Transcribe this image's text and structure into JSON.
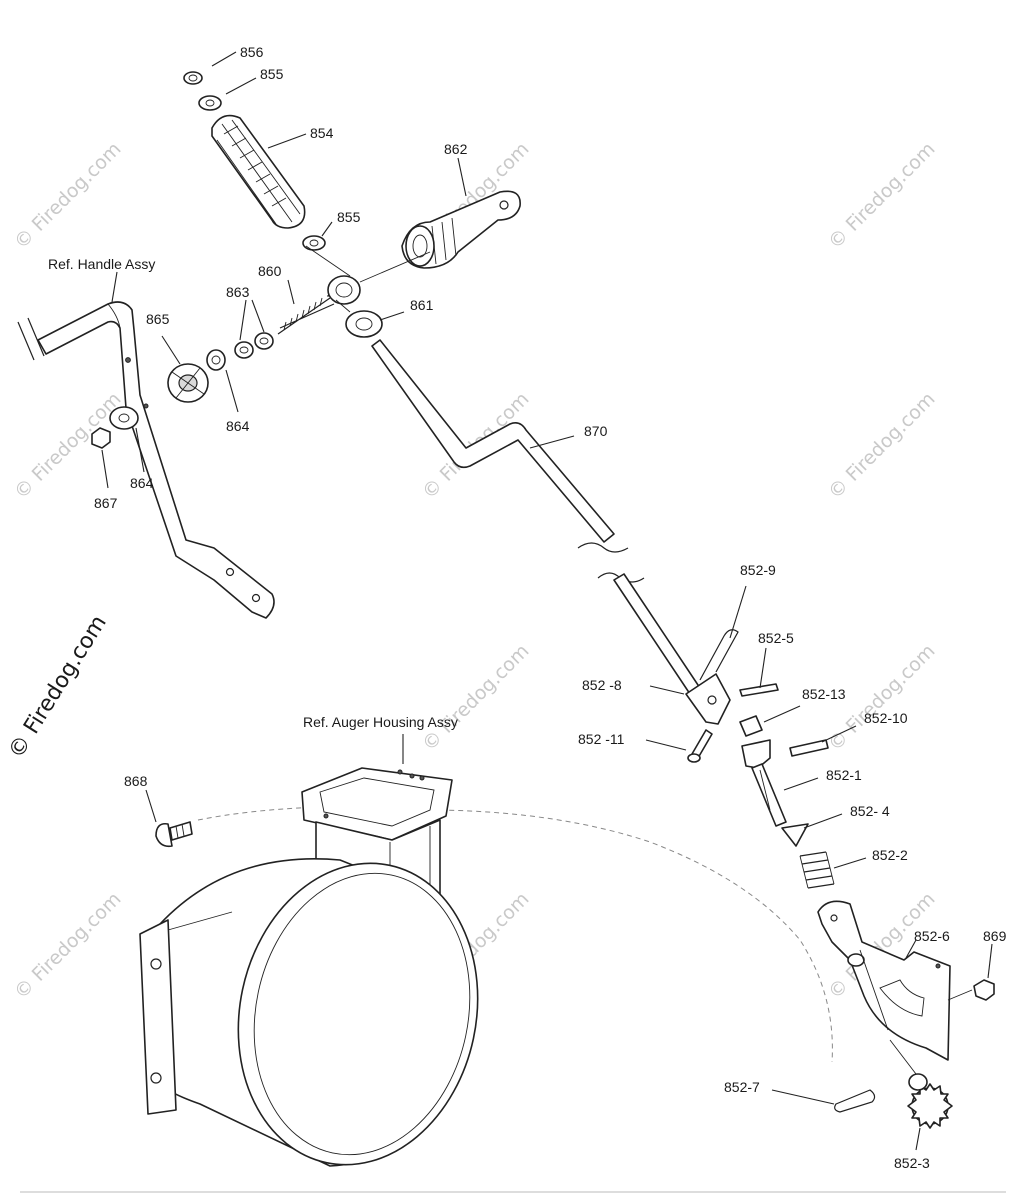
{
  "diagram": {
    "labels": {
      "p856": "856",
      "p855a": "855",
      "p854": "854",
      "p862": "862",
      "p855b": "855",
      "p860": "860",
      "p861": "861",
      "p863": "863",
      "p865": "865",
      "p864a": "864",
      "p864b": "864",
      "p867": "867",
      "p870": "870",
      "p852_9": "852-9",
      "p852_5": "852-5",
      "p852_8": "852 -8",
      "p852_13": "852-13",
      "p852_10": "852-10",
      "p852_11": "852 -11",
      "p852_1": "852-1",
      "p852_4": "852- 4",
      "p852_2": "852-2",
      "p852_6": "852-6",
      "p869": "869",
      "p852_7": "852-7",
      "p852_3": "852-3",
      "p868": "868"
    },
    "references": {
      "handle": "Ref. Handle Assy",
      "auger": "Ref. Auger Housing Assy"
    }
  },
  "watermark": {
    "text": "© Firedog.com",
    "side_text": "© Firedog.com"
  }
}
